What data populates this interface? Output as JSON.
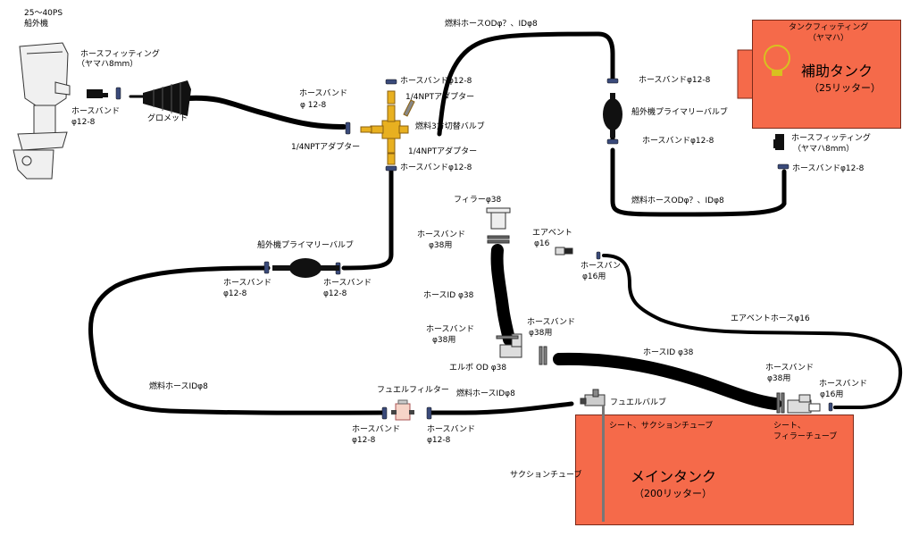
{
  "engine": {
    "spec": "25〜40PS",
    "name": "船外機"
  },
  "labels": {
    "hose_fitting_left": "ホースフィッティング",
    "hose_fitting_left_sub": "（ヤマハ8mm）",
    "band_left": "ホースバンド",
    "band_left_sub": "φ12-8",
    "grommet": "グロメット",
    "band_mid": "ホースバンド",
    "band_mid_sub": "φ 12-8",
    "npt_adapter_left": "1/4NPTアダプター",
    "band_valve_top": "ホースバンドφ12-8",
    "npt_adapter_top": "1/4NPTアダプター",
    "three_way_valve": "燃料3方切替バルブ",
    "npt_adapter_bottom": "1/4NPTアダプター",
    "band_valve_bottom": "ホースバンドφ12-8",
    "hose_top": "燃料ホースODφ？、IDφ8",
    "band_primer_top": "ホースバンドφ12-8",
    "primer_right": "船外機プライマリーバルブ",
    "band_primer_bottom": "ホースバンドφ12-8",
    "hose_right": "燃料ホースODφ？、IDφ8",
    "tank_fitting_top": "タンクフィッティング",
    "tank_fitting_top_sub": "（ヤマハ）",
    "hose_fitting_right": "ホースフィッティング",
    "hose_fitting_right_sub": "（ヤマハ8mm）",
    "band_right_tank": "ホースバンドφ12-8",
    "primer_left": "船外機プライマリーバルブ",
    "band_pl1": "ホースバンド",
    "band_pl1_sub": "φ12-8",
    "band_pl2": "ホースバンド",
    "band_pl2_sub": "φ12-8",
    "hose_left": "燃料ホースIDφ8",
    "filter": "フュエルフィルター",
    "band_f1": "ホースバンド",
    "band_f1_sub": "φ12-8",
    "band_f2": "ホースバンド",
    "band_f2_sub": "φ12-8",
    "hose_bottom": "燃料ホースIDφ8",
    "fuel_valve": "フュエルバルブ",
    "filler": "フィラーφ38",
    "band_38a": "ホースバンド",
    "band_38a_sub": "φ38用",
    "hose_id38": "ホースID φ38",
    "band_38b": "ホースバンド",
    "band_38b_sub": "φ38用",
    "band_38c": "ホースバンド",
    "band_38c_sub": "φ38用",
    "elbow": "エルボ OD φ38",
    "hose_id38_long": "ホースID φ38",
    "air_vent": "エアベント",
    "air_vent_sub": "φ16",
    "band_16a": "ホースバン",
    "band_16a_sub": "φ16用",
    "air_vent_hose": "エアベントホースφ16",
    "band_38d": "ホースバンド",
    "band_38d_sub": "φ38用",
    "band_16b": "ホースバンド",
    "band_16b_sub": "φ16用",
    "seat_suction": "シート、サクションチューブ",
    "seat_filler": "シート、",
    "seat_filler_sub": "フィラーチューブ",
    "suction_tube": "サクションチューブ"
  },
  "aux_tank": {
    "title": "補助タンク",
    "sub": "（25リッター）"
  },
  "main_tank": {
    "title": "メインタンク",
    "sub": "（200リッター）"
  },
  "colors": {
    "tank": "#f56a4a",
    "hose": "#000000",
    "brass": "#e8b020",
    "band": "#2a3a6a"
  }
}
